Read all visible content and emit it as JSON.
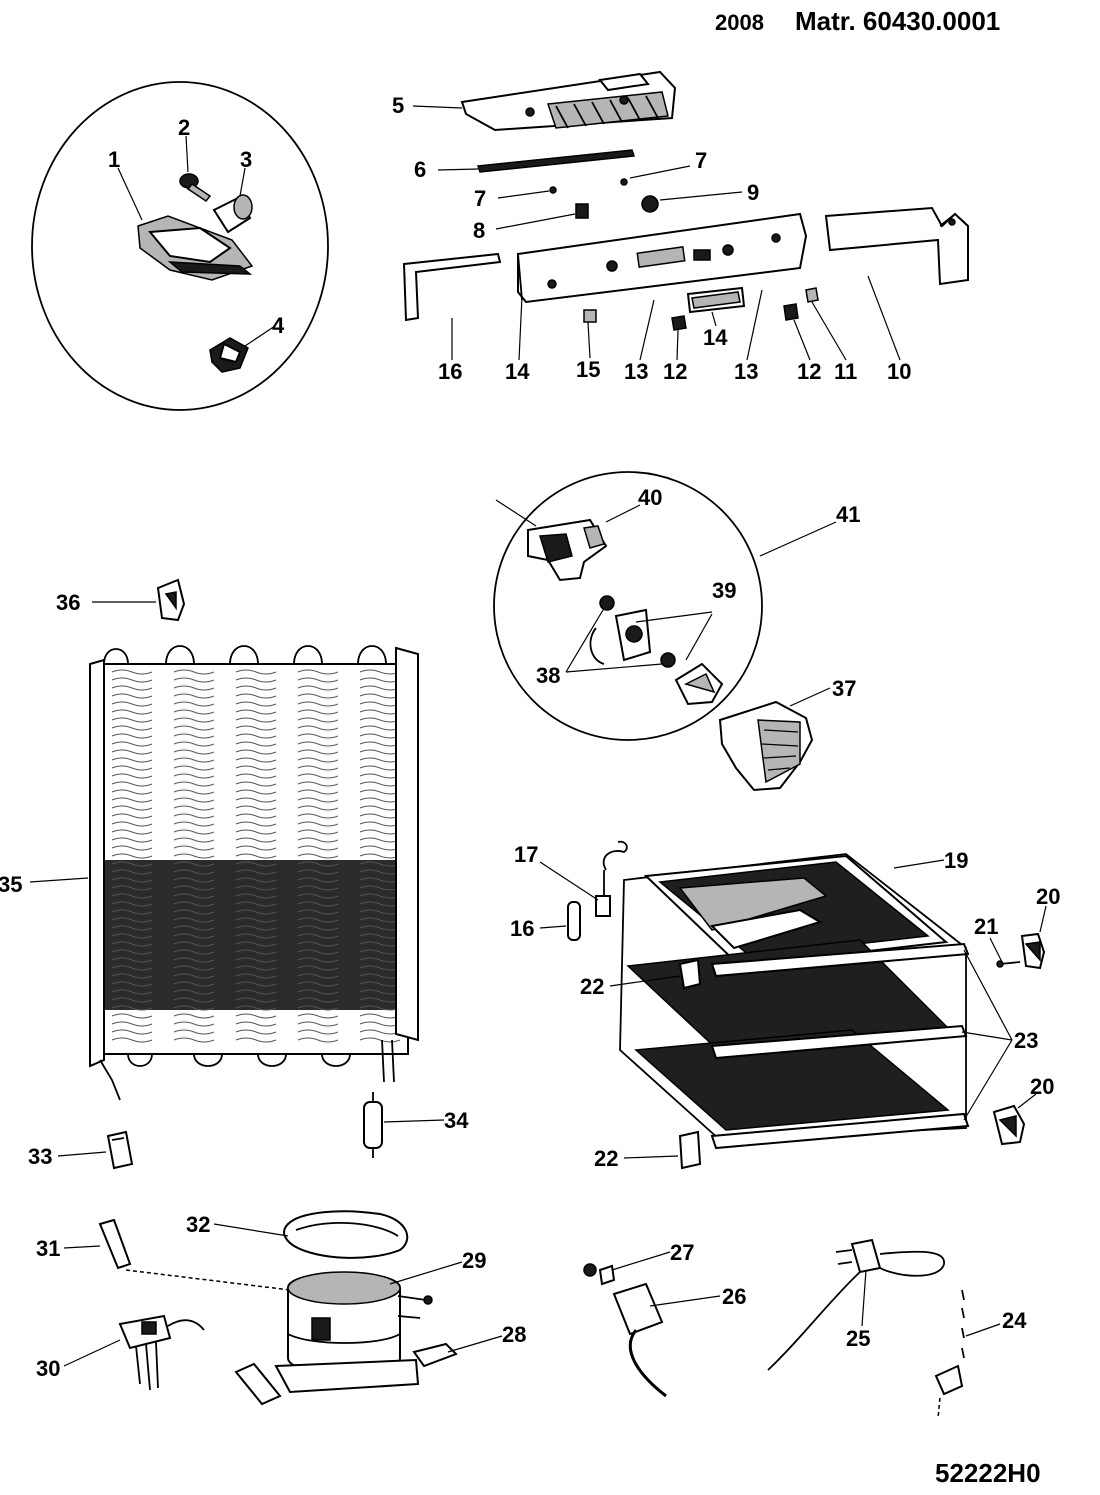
{
  "header": {
    "year": "2008",
    "matr": "Matr. 60430.0001"
  },
  "footer": {
    "code": "52222H0"
  },
  "labels": {
    "l1": "1",
    "l2": "2",
    "l3": "3",
    "l4": "4",
    "l5": "5",
    "l6": "6",
    "l7": "7",
    "l8": "8",
    "l9": "9",
    "l10": "10",
    "l11": "11",
    "l12": "12",
    "l13": "13",
    "l14": "14",
    "l15": "15",
    "l16": "16",
    "l17": "17",
    "l19": "19",
    "l20": "20",
    "l21": "21",
    "l22": "22",
    "l23": "23",
    "l24": "24",
    "l25": "25",
    "l26": "26",
    "l27": "27",
    "l28": "28",
    "l29": "29",
    "l30": "30",
    "l31": "31",
    "l32": "32",
    "l33": "33",
    "l34": "34",
    "l35": "35",
    "l36": "36",
    "l37": "37",
    "l38": "38",
    "l39": "39",
    "l40": "40",
    "l41": "41"
  }
}
